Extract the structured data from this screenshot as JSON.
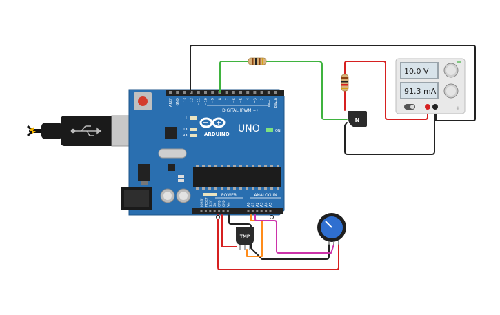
{
  "arduino": {
    "brand": "ARDUINO",
    "model": "UNO",
    "digital_label": "DIGITAL (PWM ~)",
    "power_label": "POWER",
    "analog_label": "ANALOG IN",
    "on_label": "ON",
    "led_labels": [
      "L",
      "TX",
      "RX"
    ],
    "digital_pins": [
      "AREF",
      "GND",
      "13",
      "12",
      "~11",
      "~10",
      "~9",
      "8",
      "7",
      "~6",
      "~5",
      "4",
      "~3",
      "2",
      "TX→1",
      "RX←0"
    ],
    "power_pins": [
      "IOREF",
      "RESET",
      "3.3V",
      "5V",
      "GND",
      "GND",
      "Vin"
    ],
    "analog_pins": [
      "A0",
      "A1",
      "A2",
      "A3",
      "A4",
      "A5"
    ]
  },
  "power_supply": {
    "voltage_display": "10.0 V",
    "current_display": "91.3 mA",
    "terminal_minus": "−",
    "terminal_plus": "+"
  },
  "sensor": {
    "label": "TMP"
  },
  "transistor": {
    "label": "N"
  },
  "colors": {
    "board": "#2a6fb0",
    "board_dark": "#1f5689",
    "wire_black": "#222222",
    "wire_red": "#d62020",
    "wire_green": "#3fb33f",
    "wire_orange": "#ff8c1a",
    "wire_magenta": "#cc33aa",
    "lcd": "#d8e3ea",
    "knob_blue": "#2f6fd0"
  }
}
